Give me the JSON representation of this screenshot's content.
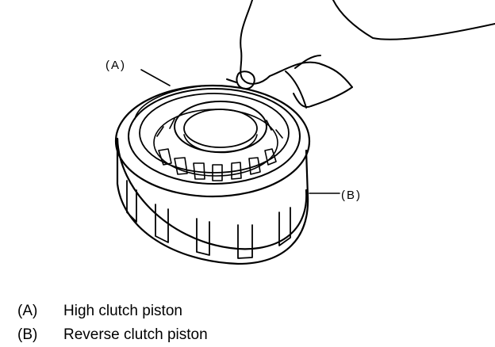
{
  "callouts": {
    "a": "(A)",
    "b": "(B)"
  },
  "legend": [
    {
      "key": "(A)",
      "label": "High clutch piston"
    },
    {
      "key": "(B)",
      "label": "Reverse clutch piston"
    }
  ],
  "colors": {
    "ink": "#000000",
    "paper": "#ffffff"
  }
}
